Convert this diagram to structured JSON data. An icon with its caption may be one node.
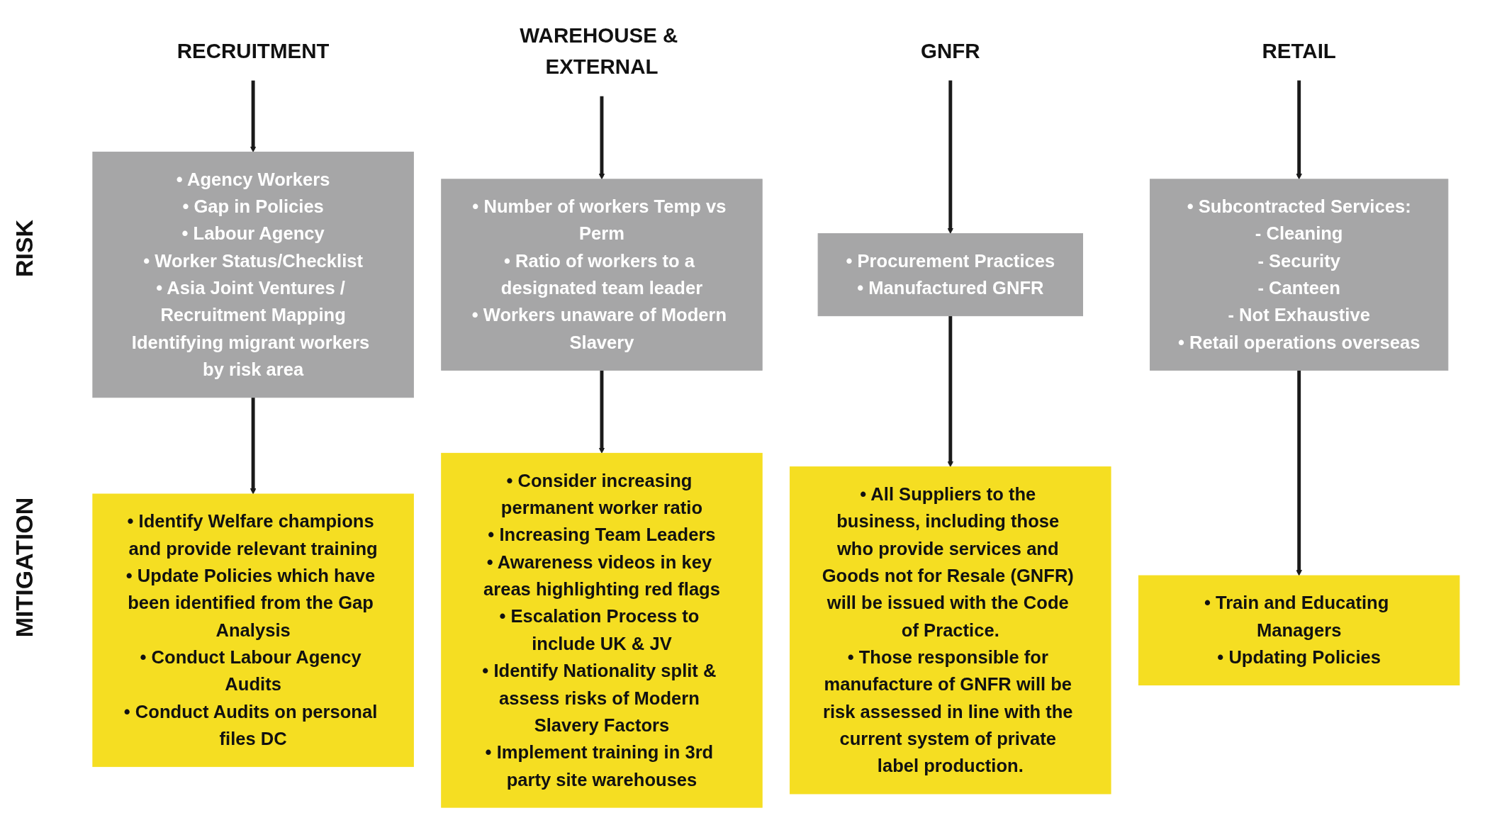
{
  "diagram": {
    "nodes": [
      {
        "text": [
          "RECRUITMENT"
        ]
      },
      {
        "text": [
          "WAREHOUSE & EXTERNAL"
        ]
      },
      {
        "text": [
          "GNFR"
        ]
      },
      {
        "text": [
          "RETAIL"
        ]
      },
      {
        "text": [
          "• Agency Workers",
          "• Gap in Policies",
          "• Labour Agency",
          "• Worker Status/Checklist",
          "• Asia Joint Ventures / Recruitment Mapping",
          "Identifying migrant workers by risk area"
        ]
      },
      {
        "text": [
          "• Number of workers Temp vs Perm",
          "• Ratio of workers to a designated team leader",
          "• Workers unaware of Modern Slavery"
        ]
      },
      {
        "text": [
          "• Procurement Practices",
          "• Manufactured GNFR"
        ]
      },
      {
        "text": [
          "• Subcontracted Services:",
          "- Cleaning",
          "- Security",
          "- Canteen",
          "- Not Exhaustive",
          "• Retail operations overseas"
        ]
      },
      {
        "text": [
          "• Identify Welfare champions and provide relevant training",
          "• Update Policies which have been identified from the Gap Analysis",
          "• Conduct Labour Agency Audits",
          "• Conduct Audits on personal files DC"
        ]
      },
      {
        "text": [
          "• Consider increasing permanent worker ratio",
          "• Increasing Team Leaders",
          "• Awareness videos in key areas highlighting red flags",
          "• Escalation Process to include UK & JV",
          "• Identify Nationality split & assess risks of Modern Slavery Factors",
          "• Implement training in 3rd party site warehouses"
        ]
      },
      {
        "text": [
          "• All Suppliers to the business, including those who provide services and Goods not for Resale (GNFR) will be issued with the Code of Practice.",
          "• Those responsible for manufacture of GNFR will be risk assessed in line with the current system of private label production."
        ]
      },
      {
        "text": [
          "• Train and Educating Managers",
          "• Updating Policies"
        ]
      }
    ],
    "edges": [
      {
        "from": 0,
        "to": 4,
        "arrow": "to"
      },
      {
        "from": 1,
        "to": 5,
        "arrow": "to"
      },
      {
        "from": 2,
        "to": 6,
        "arrow": "to"
      },
      {
        "from": 3,
        "to": 7,
        "arrow": "to"
      },
      {
        "from": 4,
        "to": 8,
        "arrow": "to"
      },
      {
        "from": 5,
        "to": 9,
        "arrow": "to"
      },
      {
        "from": 6,
        "to": 10,
        "arrow": "to"
      },
      {
        "from": 7,
        "to": 11,
        "arrow": "to"
      }
    ],
    "labels": [
      "RISK",
      "MITIGATION"
    ]
  }
}
